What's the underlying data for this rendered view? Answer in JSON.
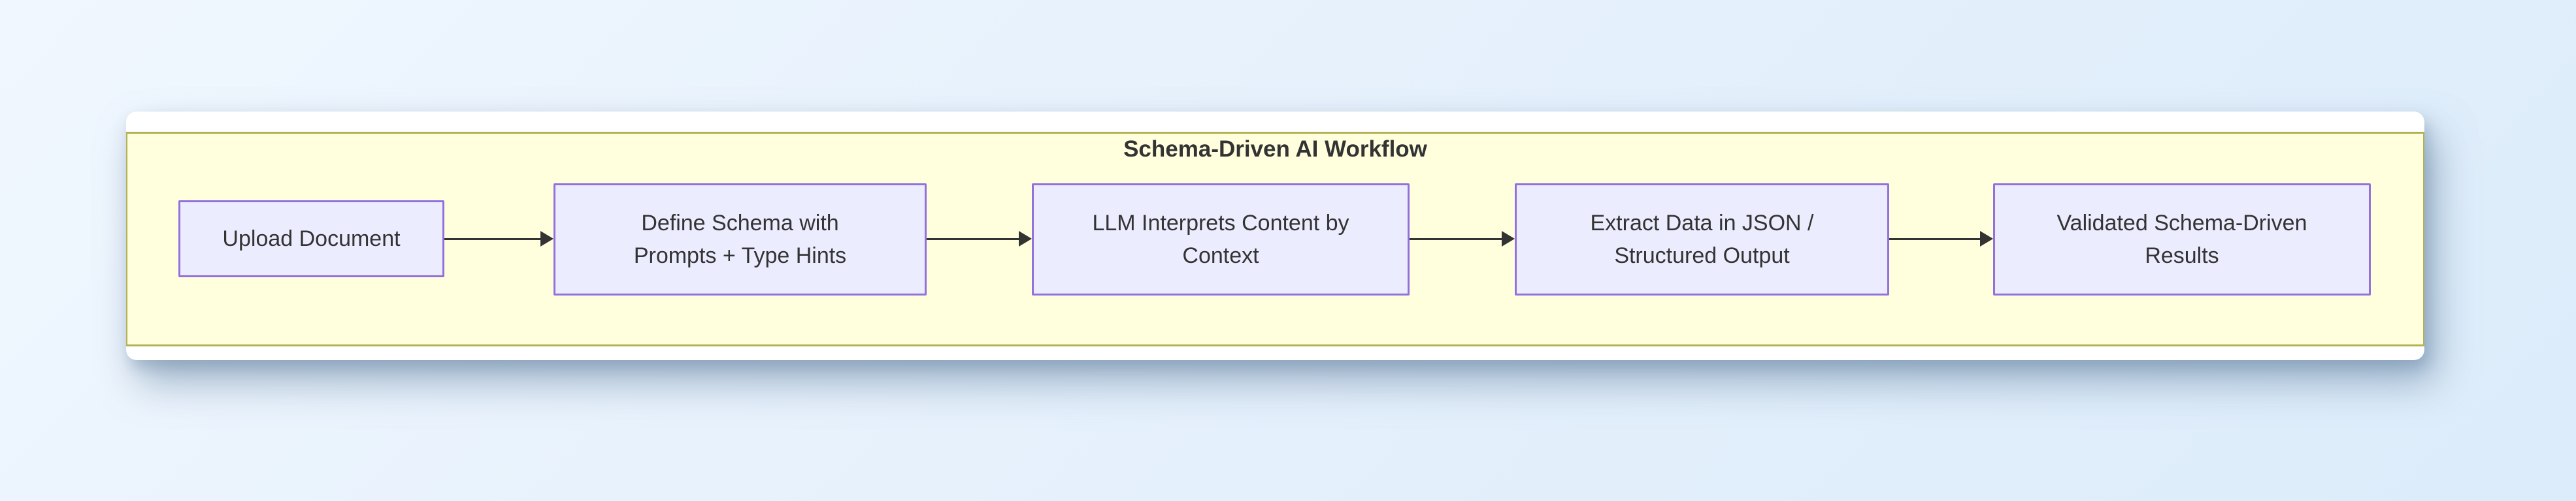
{
  "diagram": {
    "title": "Schema-Driven AI Workflow",
    "nodes": [
      {
        "id": "upload-document",
        "lines": [
          "Upload Document"
        ]
      },
      {
        "id": "define-schema",
        "lines": [
          "Define Schema with",
          "Prompts + Type Hints"
        ]
      },
      {
        "id": "llm-interprets",
        "lines": [
          "LLM Interprets Content by",
          "Context"
        ]
      },
      {
        "id": "extract-data",
        "lines": [
          "Extract Data in JSON /",
          "Structured Output"
        ]
      },
      {
        "id": "validated-results",
        "lines": [
          "Validated Schema-Driven",
          "Results"
        ]
      }
    ],
    "edges": [
      {
        "from": "upload-document",
        "to": "define-schema"
      },
      {
        "from": "define-schema",
        "to": "llm-interprets"
      },
      {
        "from": "llm-interprets",
        "to": "extract-data"
      },
      {
        "from": "extract-data",
        "to": "validated-results"
      }
    ],
    "colors": {
      "node_fill": "#ECECFF",
      "node_border": "#9370DB",
      "cluster_fill": "#ffffde",
      "cluster_border": "#b2b253",
      "arrow": "#333333",
      "text": "#333333",
      "card_bg": "#ffffff"
    }
  }
}
